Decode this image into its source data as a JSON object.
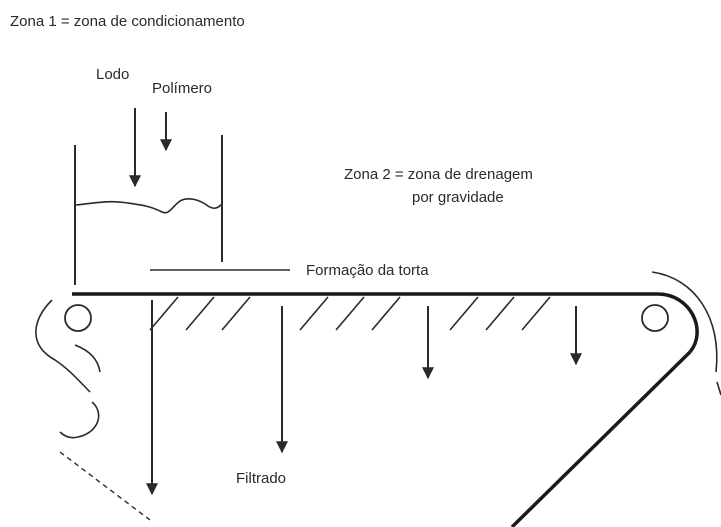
{
  "title": "Zona 1 = zona de condicionamento",
  "labels": {
    "lodo": "Lodo",
    "polimero": "Polímero",
    "zona2_line1": "Zona 2 = zona de drenagem",
    "zona2_line2": "por gravidade",
    "formacao": "Formação da torta",
    "filtrado": "Filtrado"
  },
  "colors": {
    "ink": "#2a2a2a",
    "background": "#ffffff"
  }
}
